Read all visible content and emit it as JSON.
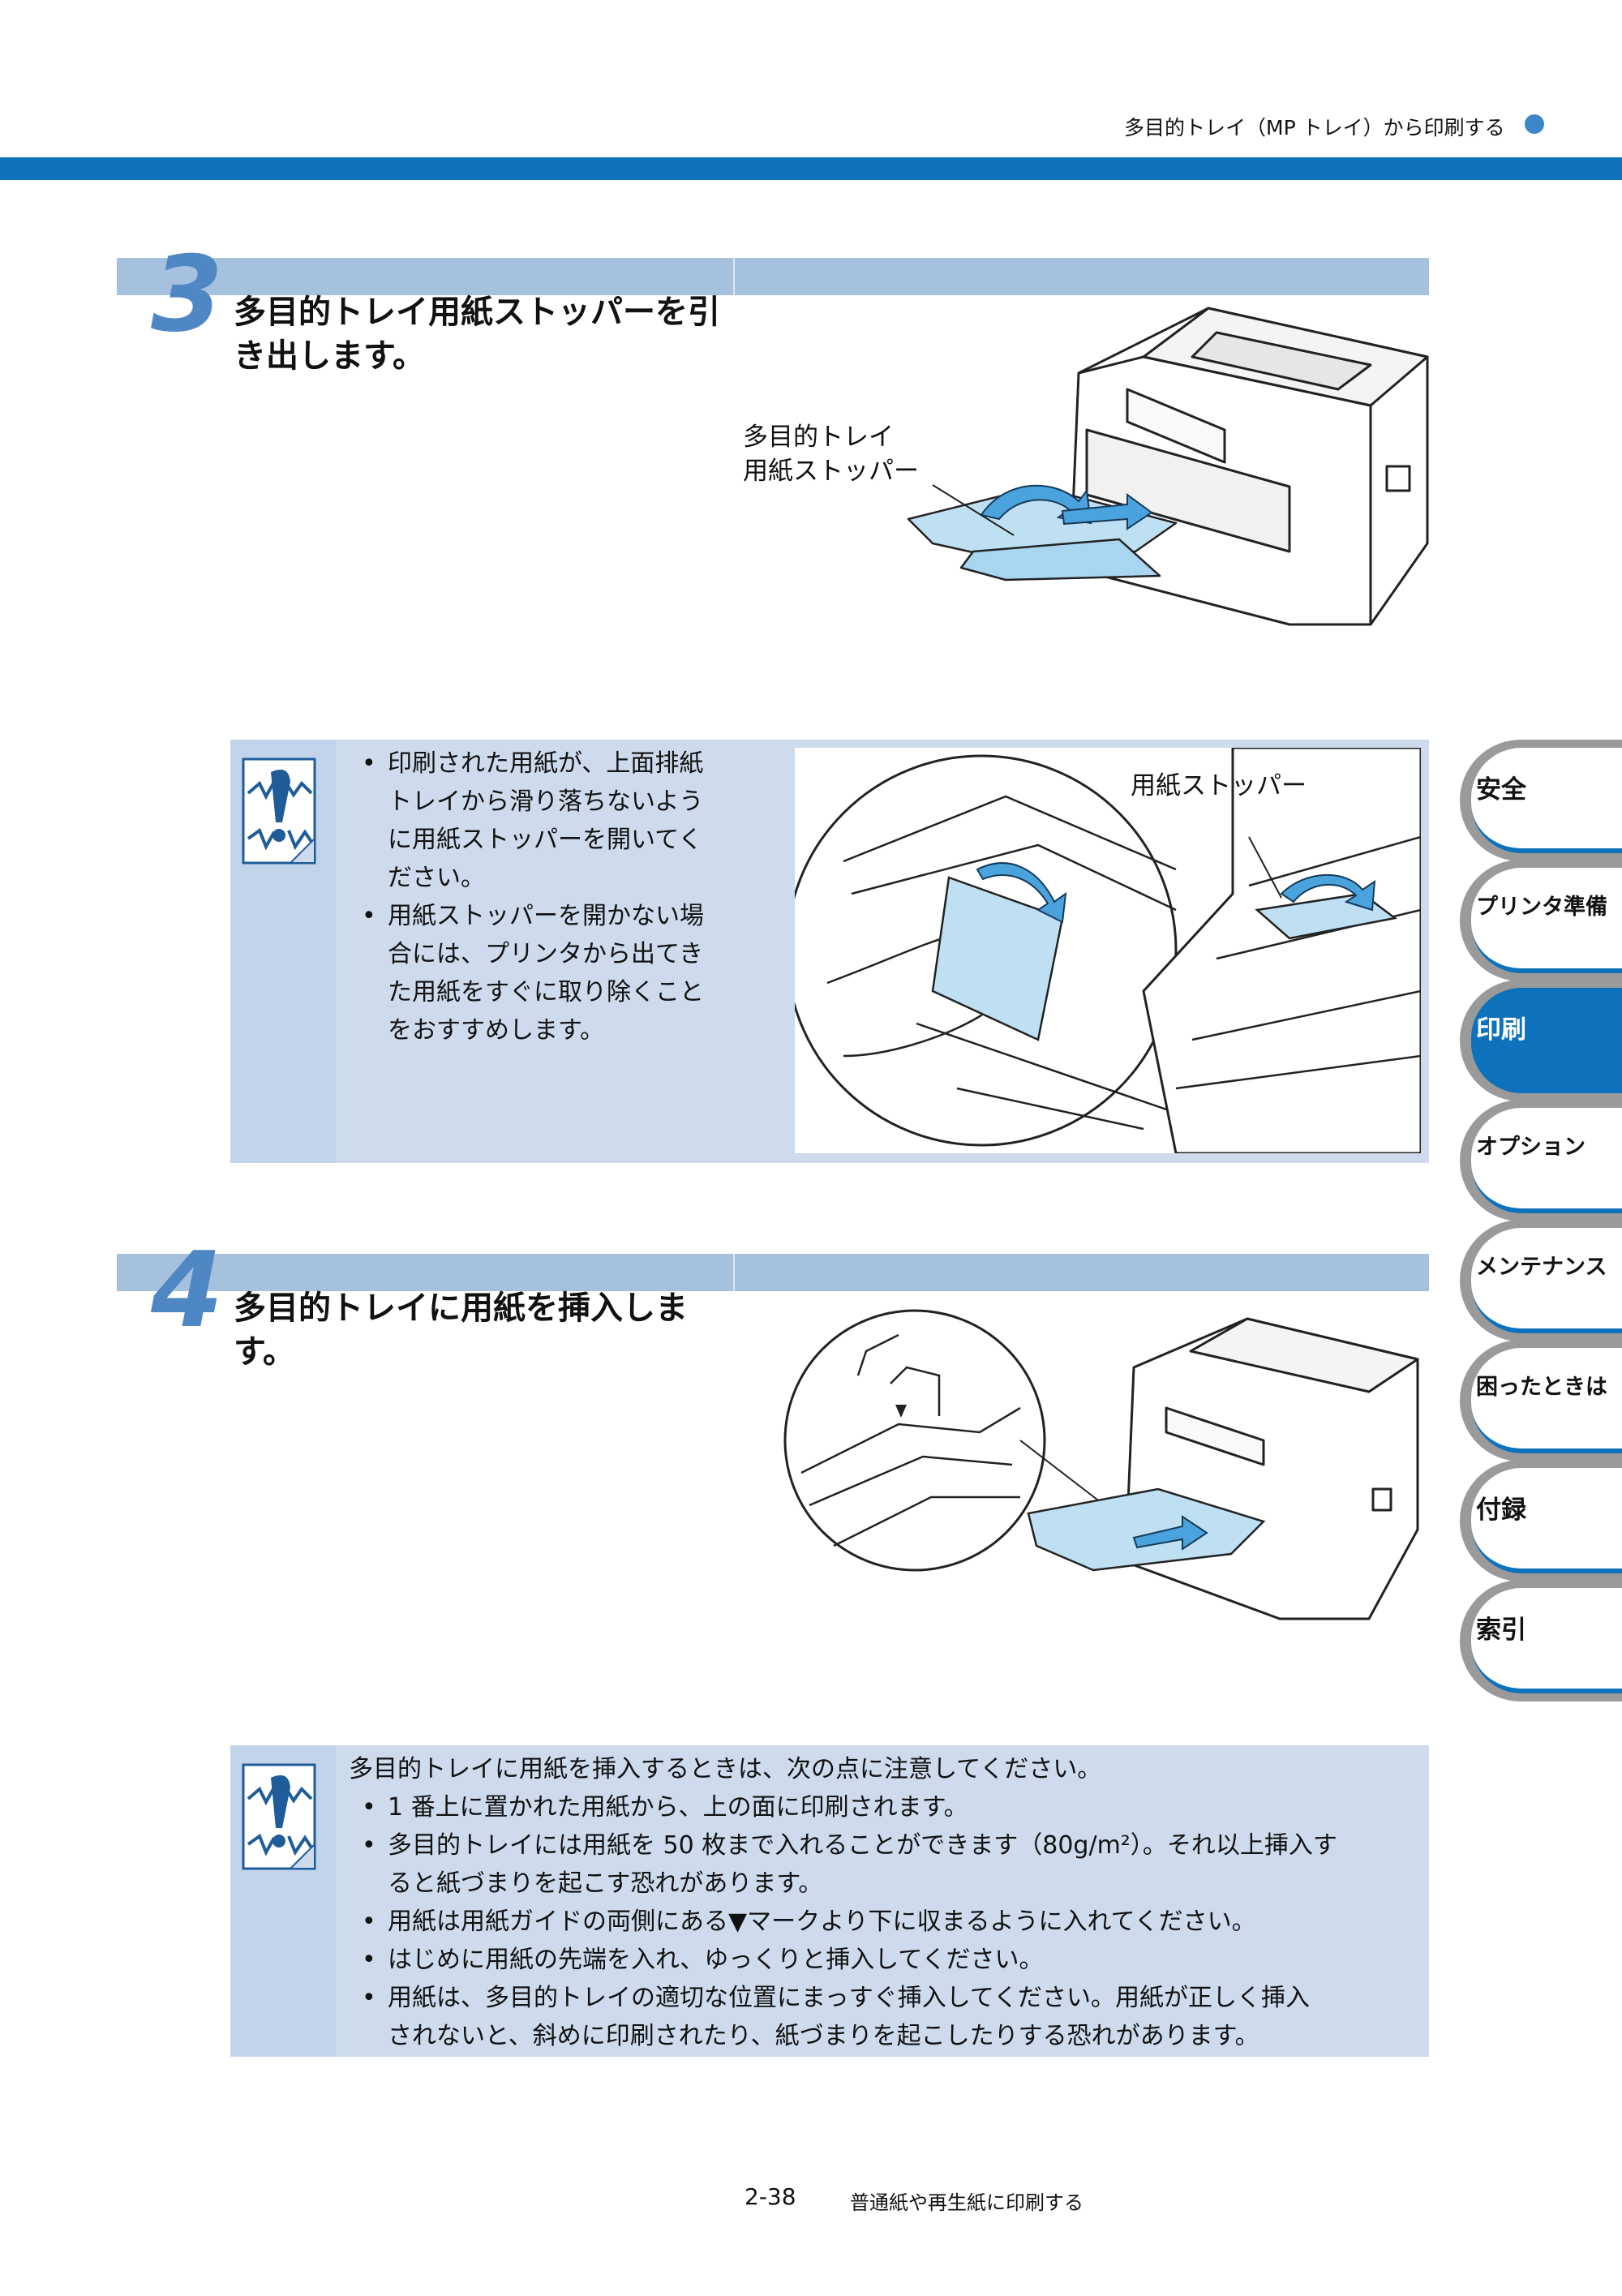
{
  "header": {
    "running_title": "多目的トレイ（MP トレイ）から印刷する",
    "accent": "#0d72bb"
  },
  "step3": {
    "number": "3",
    "title_line1": "多目的トレイ用紙ストッパーを引",
    "title_line2": "き出します。",
    "callout_line1": "多目的トレイ",
    "callout_line2": "用紙ストッパー",
    "note": {
      "icon": "warning-note-icon",
      "items": [
        [
          "印刷された用紙が、上面排紙",
          "トレイから滑り落ちないよう",
          "に用紙ストッパーを開いてく",
          "ださい。"
        ],
        [
          "用紙ストッパーを開かない場",
          "合には、プリンタから出てき",
          "た用紙をすぐに取り除くこと",
          "をおすすめします。"
        ]
      ],
      "callout": "用紙ストッパー"
    }
  },
  "step4": {
    "number": "4",
    "title_line1": "多目的トレイに用紙を挿入しま",
    "title_line2": "す。",
    "note": {
      "icon": "warning-note-icon",
      "intro": "多目的トレイに用紙を挿入するときは、次の点に注意してください。",
      "items": [
        [
          "1 番上に置かれた用紙から、上の面に印刷されます。"
        ],
        [
          "多目的トレイには用紙を 50 枚まで入れることができます（80g/m²）。それ以上挿入す",
          "ると紙づまりを起こす恐れがあります。"
        ],
        [
          "用紙は用紙ガイドの両側にある▼マークより下に収まるように入れてください。"
        ],
        [
          "はじめに用紙の先端を入れ、ゆっくりと挿入してください。"
        ],
        [
          "用紙は、多目的トレイの適切な位置にまっすぐ挿入してください。用紙が正しく挿入",
          "されないと、斜めに印刷されたり、紙づまりを起こしたりする恐れがあります。"
        ]
      ]
    }
  },
  "side_tabs": [
    {
      "label": "安全",
      "active": false
    },
    {
      "label": "プリンタ準備",
      "active": false
    },
    {
      "label": "印刷",
      "active": true
    },
    {
      "label": "オプション",
      "active": false
    },
    {
      "label": "メンテナンス",
      "active": false
    },
    {
      "label": "困ったときは",
      "active": false
    },
    {
      "label": "付録",
      "active": false
    },
    {
      "label": "索引",
      "active": false
    }
  ],
  "footer": {
    "page_number": "2-38",
    "section_title": "普通紙や再生紙に印刷する"
  }
}
